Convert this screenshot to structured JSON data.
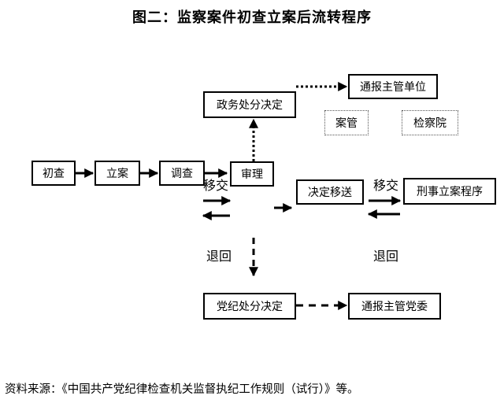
{
  "title": "图二：监察案件初查立案后流转程序",
  "nodes": {
    "chucha": "初查",
    "lian": "立案",
    "diaocha": "调查",
    "shenli": "审理",
    "zhengwu": "政务处分决定",
    "tongbao_unit": "通报主管单位",
    "anguan": "案管",
    "jianchayuan": "检察院",
    "jueding_yisong": "决定移送",
    "xingshi": "刑事立案程序",
    "dangji": "党纪处分决定",
    "tongbao_party": "通报主管党委"
  },
  "labels": {
    "yijiao_left": "移交",
    "yijiao_right": "移交",
    "tuihui_left": "退回",
    "tuihui_right": "退回"
  },
  "source": "资料来源：《中国共产党纪律检查机关监督执纪工作规则（试行）》等。"
}
